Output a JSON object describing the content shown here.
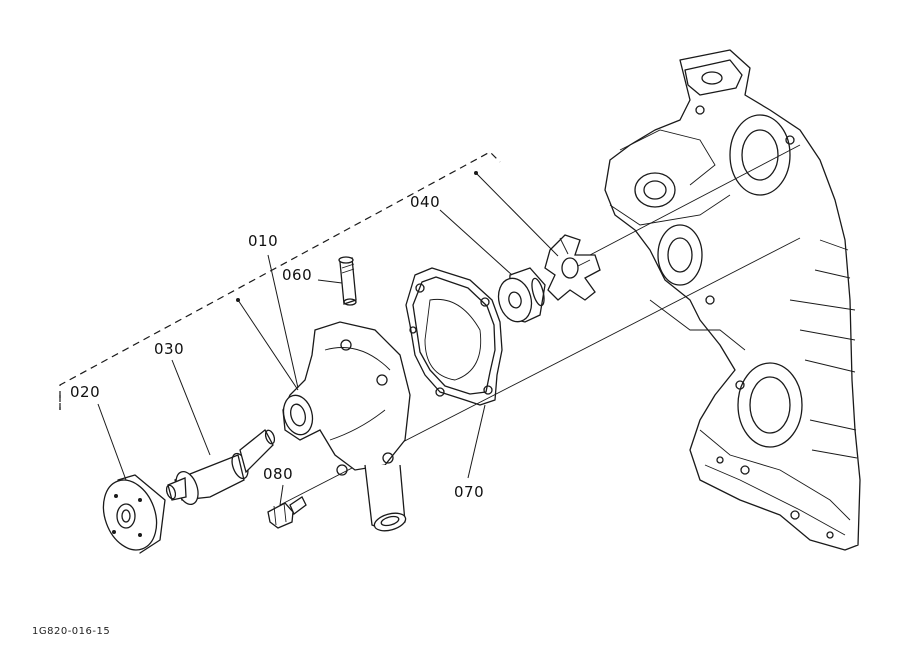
{
  "diagram": {
    "labels": {
      "part_010": "010",
      "part_020": "020",
      "part_030": "030",
      "part_040": "040",
      "part_060": "060",
      "part_070": "070",
      "part_080": "080"
    },
    "drawing_id": "1G820-016-15"
  }
}
